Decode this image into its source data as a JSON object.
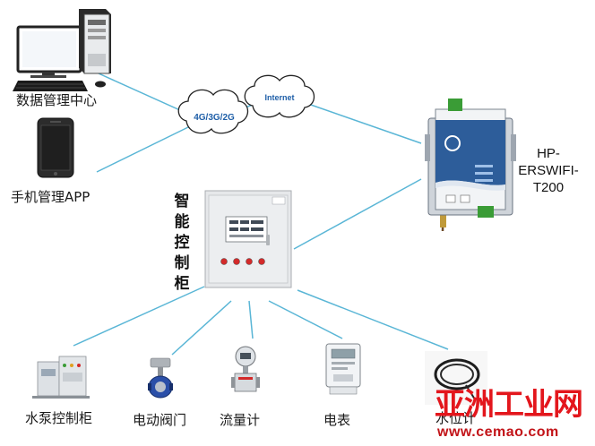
{
  "clouds": {
    "network": "4G/3G/2G",
    "internet": "Internet"
  },
  "nodes": {
    "data_center": "数据管理中心",
    "mobile_app": "手机管理APP",
    "control_cabinet": [
      "智",
      "能",
      "控",
      "制",
      "柜"
    ],
    "device": [
      "HP-",
      "ERSWIFI-",
      "T200"
    ]
  },
  "field_devices": [
    {
      "label": "水泵控制柜"
    },
    {
      "label": "电动阀门"
    },
    {
      "label": "流量计"
    },
    {
      "label": "电表"
    },
    {
      "label": "水位计"
    }
  ],
  "watermark": {
    "brand": "亚洲工业网",
    "url": "www.cemao.com"
  },
  "colors": {
    "line": "#5ab6d6",
    "cabinet": "#e6e8ea",
    "device_blue": "#2d5d9a",
    "terminal_green": "#3a9c36",
    "watermark_red": "#e3161c"
  }
}
